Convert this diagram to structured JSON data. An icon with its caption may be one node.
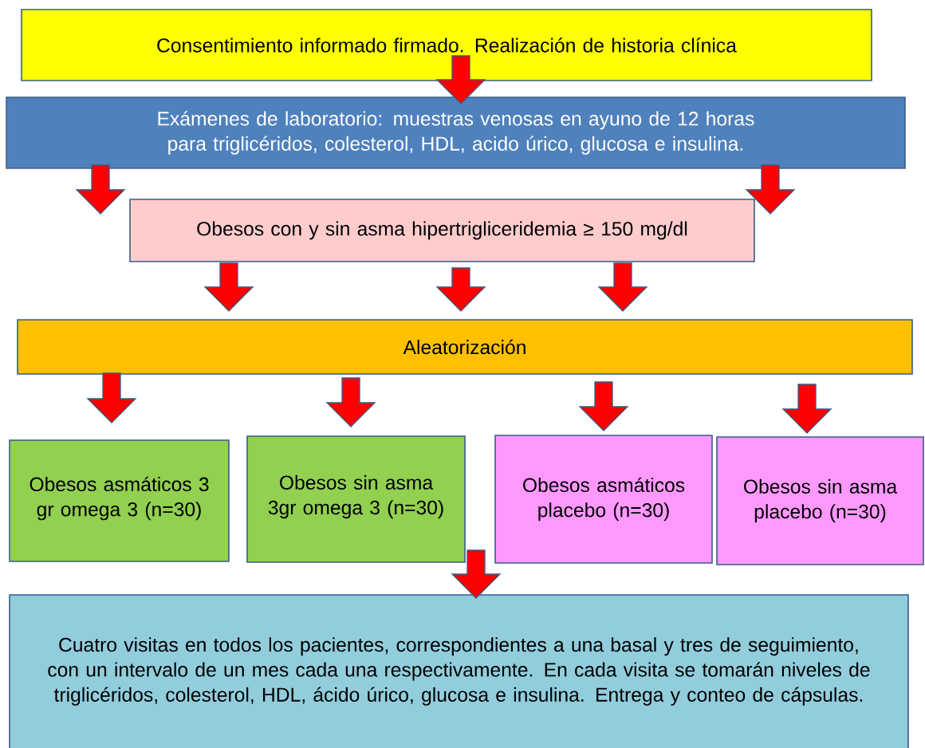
{
  "diagram": {
    "nodes": [
      {
        "text": [
          "Consentimiento informado firmado. Realización de historia clínica"
        ]
      },
      {
        "text": [
          "Exámenes de laboratorio: muestras venosas en ayuno de 12 horas para triglicéridos, colesterol, HDL, acido úrico, glucosa e insulina."
        ]
      },
      {
        "text": [
          "Obesos  con  y sin asma hipertrigliceridemia ≥ 150 mg/dl"
        ]
      },
      {
        "text": [
          "Aleatorización"
        ]
      },
      {
        "text": [
          "Obesos asmáticos 3 gr omega 3 (n=30)"
        ]
      },
      {
        "text": [
          "Obesos sin asma 3gr omega 3 (n=30)"
        ]
      },
      {
        "text": [
          "Obesos asmáticos placebo (n=30)"
        ]
      },
      {
        "text": [
          "Obesos sin asma placebo (n=30)"
        ]
      },
      {
        "text": [
          "Cuatro visitas en todos los pacientes, correspondientes a una basal y tres de seguimiento, con un intervalo de un mes cada una respectivamente. En cada visita se tomarán niveles de triglicéridos, colesterol, HDL, ácido úrico, glucosa e insulina. Entrega y conteo de cápsulas."
        ]
      }
    ],
    "edges": [
      {
        "from": 0,
        "to": 1,
        "arrow": "to"
      },
      {
        "from": 1,
        "to": 2,
        "arrow": "to"
      },
      {
        "from": 1,
        "to": 2,
        "arrow": "to"
      },
      {
        "from": 2,
        "to": 3,
        "arrow": "to"
      },
      {
        "from": 2,
        "to": 3,
        "arrow": "to"
      },
      {
        "from": 2,
        "to": 3,
        "arrow": "to"
      },
      {
        "from": 3,
        "to": 4,
        "arrow": "to"
      },
      {
        "from": 3,
        "to": 5,
        "arrow": "to"
      },
      {
        "from": 3,
        "to": 6,
        "arrow": "to"
      },
      {
        "from": 3,
        "to": 7,
        "arrow": "to"
      },
      {
        "from": null,
        "to": 8,
        "arrow": "to"
      }
    ]
  }
}
